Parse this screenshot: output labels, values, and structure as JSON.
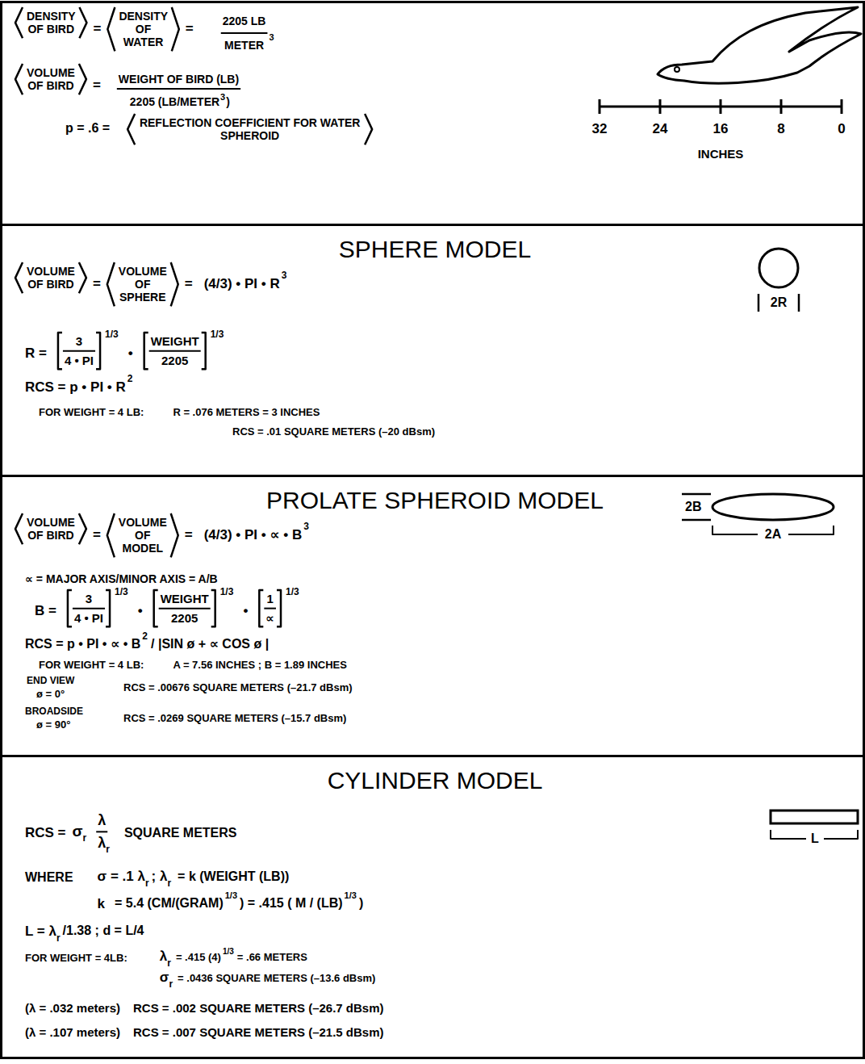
{
  "diagram": {
    "nodes": [
      {
        "text": [
          "DENSITY OF BIRD",
          "=",
          "DENSITY OF WATER",
          "=",
          "2205 LB",
          "METER",
          "3",
          "VOLUME OF BIRD",
          "=",
          "WEIGHT OF BIRD (LB)",
          "2205 (LB/METER",
          "3",
          ")",
          "p = .6 =",
          "REFLECTION COEFFICIENT FOR WATER SPHEROID",
          "32",
          "24",
          "16",
          "8",
          "0",
          "INCHES"
        ]
      },
      {
        "text": [
          "SPHERE MODEL",
          "VOLUME OF BIRD",
          "=",
          "VOLUME OF SPHERE",
          "=",
          "(4/3) • PI • R",
          "3",
          "R =",
          "3",
          "4 • PI",
          "1/3",
          "•",
          "WEIGHT",
          "2205",
          "1/3",
          "RCS = p • PI • R",
          "2",
          "FOR WEIGHT = 4 LB:",
          "R = .076 METERS = 3 INCHES",
          "RCS = .01 SQUARE METERS (–20 dBsm)",
          "2R"
        ]
      },
      {
        "text": [
          "PROLATE SPHEROID MODEL",
          "VOLUME OF BIRD",
          "=",
          "VOLUME OF MODEL",
          "=",
          "(4/3) • PI • ∝ • B",
          "3",
          "∝ = MAJOR AXIS/MINOR AXIS = A/B",
          "B =",
          "3",
          "4 • PI",
          "1/3",
          "•",
          "WEIGHT",
          "2205",
          "1/3",
          "•",
          "1",
          "∝",
          "1/3",
          "RCS = p • PI • ∝ • B",
          "2",
          "/ |SIN ø + ∝ COS ø |",
          "FOR WEIGHT = 4 LB:",
          "A = 7.56 INCHES ; B = 1.89 INCHES",
          "END VIEW",
          "ø = 0°",
          "RCS = .00676 SQUARE METERS (–21.7 dBsm)",
          "BROADSIDE",
          "ø = 90°",
          "RCS = .0269 SQUARE METERS (–15.7 dBsm)",
          "2B",
          "2A"
        ]
      },
      {
        "text": [
          "CYLINDER MODEL",
          "RCS =",
          "σ",
          "r",
          "λ",
          "λ",
          "r",
          "SQUARE METERS",
          "WHERE",
          "σ = .1 λ",
          "r",
          "; λ",
          "r",
          "= k (WEIGHT (LB))",
          "k",
          "= 5.4 (CM/(GRAM)",
          "1/3",
          ") = .415 ( M / (LB)",
          "1/3",
          ")",
          "L = λ",
          "r",
          "/1.38 ; d = L/4",
          "FOR WEIGHT = 4LB:",
          "λ",
          "r",
          "= .415 (4)",
          "1/3",
          "= .66 METERS",
          "σ",
          "r",
          "= .0436 SQUARE METERS (–13.6 dBsm)",
          "(λ = .032 meters)",
          "RCS = .002 SQUARE METERS (–26.7 dBsm)",
          "(λ = .107 meters)",
          "RCS = .007 SQUARE METERS (–21.5 dBsm)",
          "L"
        ]
      }
    ]
  }
}
